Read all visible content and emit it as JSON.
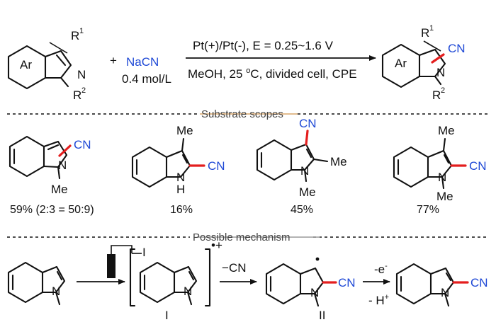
{
  "reaction": {
    "reactant_ar": "Ar",
    "reactant_r1": "R",
    "reactant_r1_sup": "1",
    "reactant_n": "N",
    "reactant_r2": "R",
    "reactant_r2_sup": "2",
    "plus": "+",
    "reagent": "NaCN",
    "reagent_conc": "0.4 mol/L",
    "condition_top": "Pt(+)/Pt(-), E = 0.25~1.6 V",
    "condition_bottom_1": "MeOH,  25 ",
    "condition_bottom_o": "o",
    "condition_bottom_2": "C, divided cell, CPE",
    "product_ar": "Ar",
    "product_r1": "R",
    "product_r1_sup": "1",
    "product_cn": "CN",
    "product_n": "N",
    "product_r2": "R",
    "product_r2_sup": "2"
  },
  "sections": {
    "substrate_title": "Substrate scopes",
    "mechanism_title": "Possible mechanism"
  },
  "substrates": [
    {
      "cn": "CN",
      "n": "N",
      "me": "Me",
      "yield": "59% (2:3 = 50:9)"
    },
    {
      "me": "Me",
      "cn": "CN",
      "n": "N",
      "h": "H",
      "yield": "16%"
    },
    {
      "cn": "CN",
      "me_top": "Me",
      "n": "N",
      "me": "Me",
      "yield": "45%"
    },
    {
      "me_top": "Me",
      "cn": "CN",
      "n": "N",
      "me": "Me",
      "yield": "77%"
    }
  ],
  "mechanism": {
    "start_n": "N",
    "electrode_label": "I",
    "radical_charge": "•+",
    "intermediate_1_n": "N",
    "intermediate_1_label": "I",
    "cyanide_minus": "−",
    "cyanide": "CN",
    "intermediate_2_cn": "CN",
    "intermediate_2_n": "N",
    "intermediate_2_label": "II",
    "step_electron": "-e",
    "step_electron_sup": "-",
    "step_proton": "- H",
    "step_proton_sup": "+",
    "final_n": "N",
    "final_cn": "CN"
  },
  "colors": {
    "cyano_text": "#1f49d6",
    "new_bond": "#e41e1e",
    "substrate_divider": "#d9a56a",
    "mechanism_divider": "#9a9a9a"
  }
}
